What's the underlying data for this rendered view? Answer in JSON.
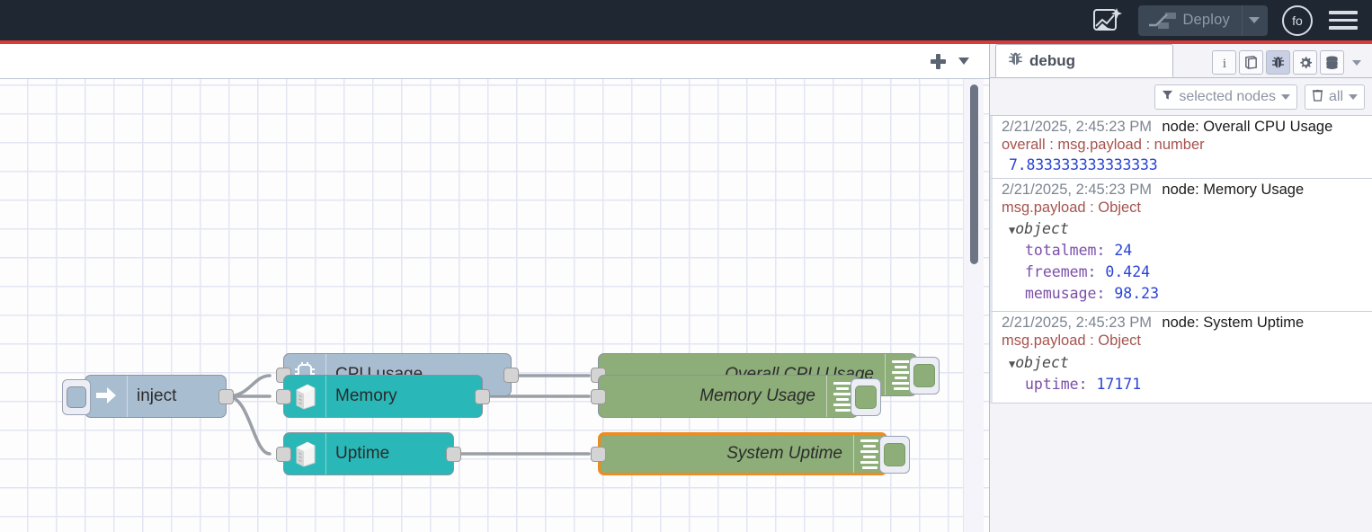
{
  "header": {
    "flow_assistant_icon": "flow-assistant-icon",
    "deploy_label": "Deploy",
    "deploy_icon": "deploy-icon",
    "deploy_caret_icon": "chevron-down-icon",
    "avatar_initials": "fo",
    "menu_icon": "hamburger-menu-icon"
  },
  "workspace": {
    "add_tab_icon": "plus-icon",
    "tab_menu_icon": "chevron-down-icon",
    "nodes": [
      {
        "id": "inject",
        "label": "inject",
        "type": "inject",
        "color": "#a9bdd1",
        "icon": "inject-arrow-icon",
        "button_icon": "inject-trigger-button"
      },
      {
        "id": "cpu-usage",
        "label": "CPU usage",
        "type": "cpu",
        "color": "#a9bdd1",
        "icon": "cpu-chip-icon"
      },
      {
        "id": "memory",
        "label": "Memory",
        "type": "memory",
        "color": "#29b7b7",
        "icon": "server-icon"
      },
      {
        "id": "uptime",
        "label": "Uptime",
        "type": "uptime",
        "color": "#29b7b7",
        "icon": "server-icon"
      },
      {
        "id": "overall-cpu-usage",
        "label": "Overall CPU Usage",
        "type": "debug",
        "color": "#8dad79",
        "icon": "debug-lines-icon",
        "selected": false
      },
      {
        "id": "memory-usage",
        "label": "Memory Usage",
        "type": "debug",
        "color": "#8dad79",
        "icon": "debug-lines-icon",
        "selected": false
      },
      {
        "id": "system-uptime",
        "label": "System Uptime",
        "type": "debug",
        "color": "#8dad79",
        "icon": "debug-lines-icon",
        "selected": true
      }
    ],
    "selection_color": "#ef8b1f"
  },
  "sidebar": {
    "tab": {
      "label": "debug",
      "icon": "bug-icon"
    },
    "actions": [
      {
        "name": "info-tab",
        "icon": "info-icon",
        "active": false
      },
      {
        "name": "help-tab",
        "icon": "book-icon",
        "active": false
      },
      {
        "name": "debug-tab",
        "icon": "bug-icon",
        "active": true
      },
      {
        "name": "config-tab",
        "icon": "gear-icon",
        "active": false
      },
      {
        "name": "context-tab",
        "icon": "database-icon",
        "active": false
      }
    ],
    "actions_caret_icon": "chevron-down-icon",
    "filters": {
      "node_filter_label": "selected nodes",
      "node_filter_icon": "filter-icon",
      "clear_label": "all",
      "clear_icon": "trash-icon",
      "caret_icon": "chevron-down-icon"
    },
    "messages": [
      {
        "time": "2/21/2025, 2:45:23 PM",
        "node": "node: Overall CPU Usage",
        "topic": "overall : msg.payload : number",
        "kind": "value",
        "value": "7.833333333333333"
      },
      {
        "time": "2/21/2025, 2:45:23 PM",
        "node": "node: Memory Usage",
        "topic": "msg.payload : Object",
        "kind": "object",
        "object_label": "object",
        "props": [
          {
            "key": "totalmem",
            "value": "24"
          },
          {
            "key": "freemem",
            "value": "0.424"
          },
          {
            "key": "memusage",
            "value": "98.23"
          }
        ]
      },
      {
        "time": "2/21/2025, 2:45:23 PM",
        "node": "node: System Uptime",
        "topic": "msg.payload : Object",
        "kind": "object",
        "object_label": "object",
        "props": [
          {
            "key": "uptime",
            "value": "17171"
          }
        ]
      }
    ]
  },
  "colors": {
    "header_bg": "#1f2733",
    "accent_red": "#d93b36",
    "node_blue": "#a9bdd1",
    "node_teal": "#29b7b7",
    "node_green": "#8dad79",
    "selection_orange": "#ef8b1f",
    "debug_value_blue": "#2a43d6",
    "debug_topic_red": "#a6534f",
    "debug_key_purple": "#7b4ea8"
  }
}
